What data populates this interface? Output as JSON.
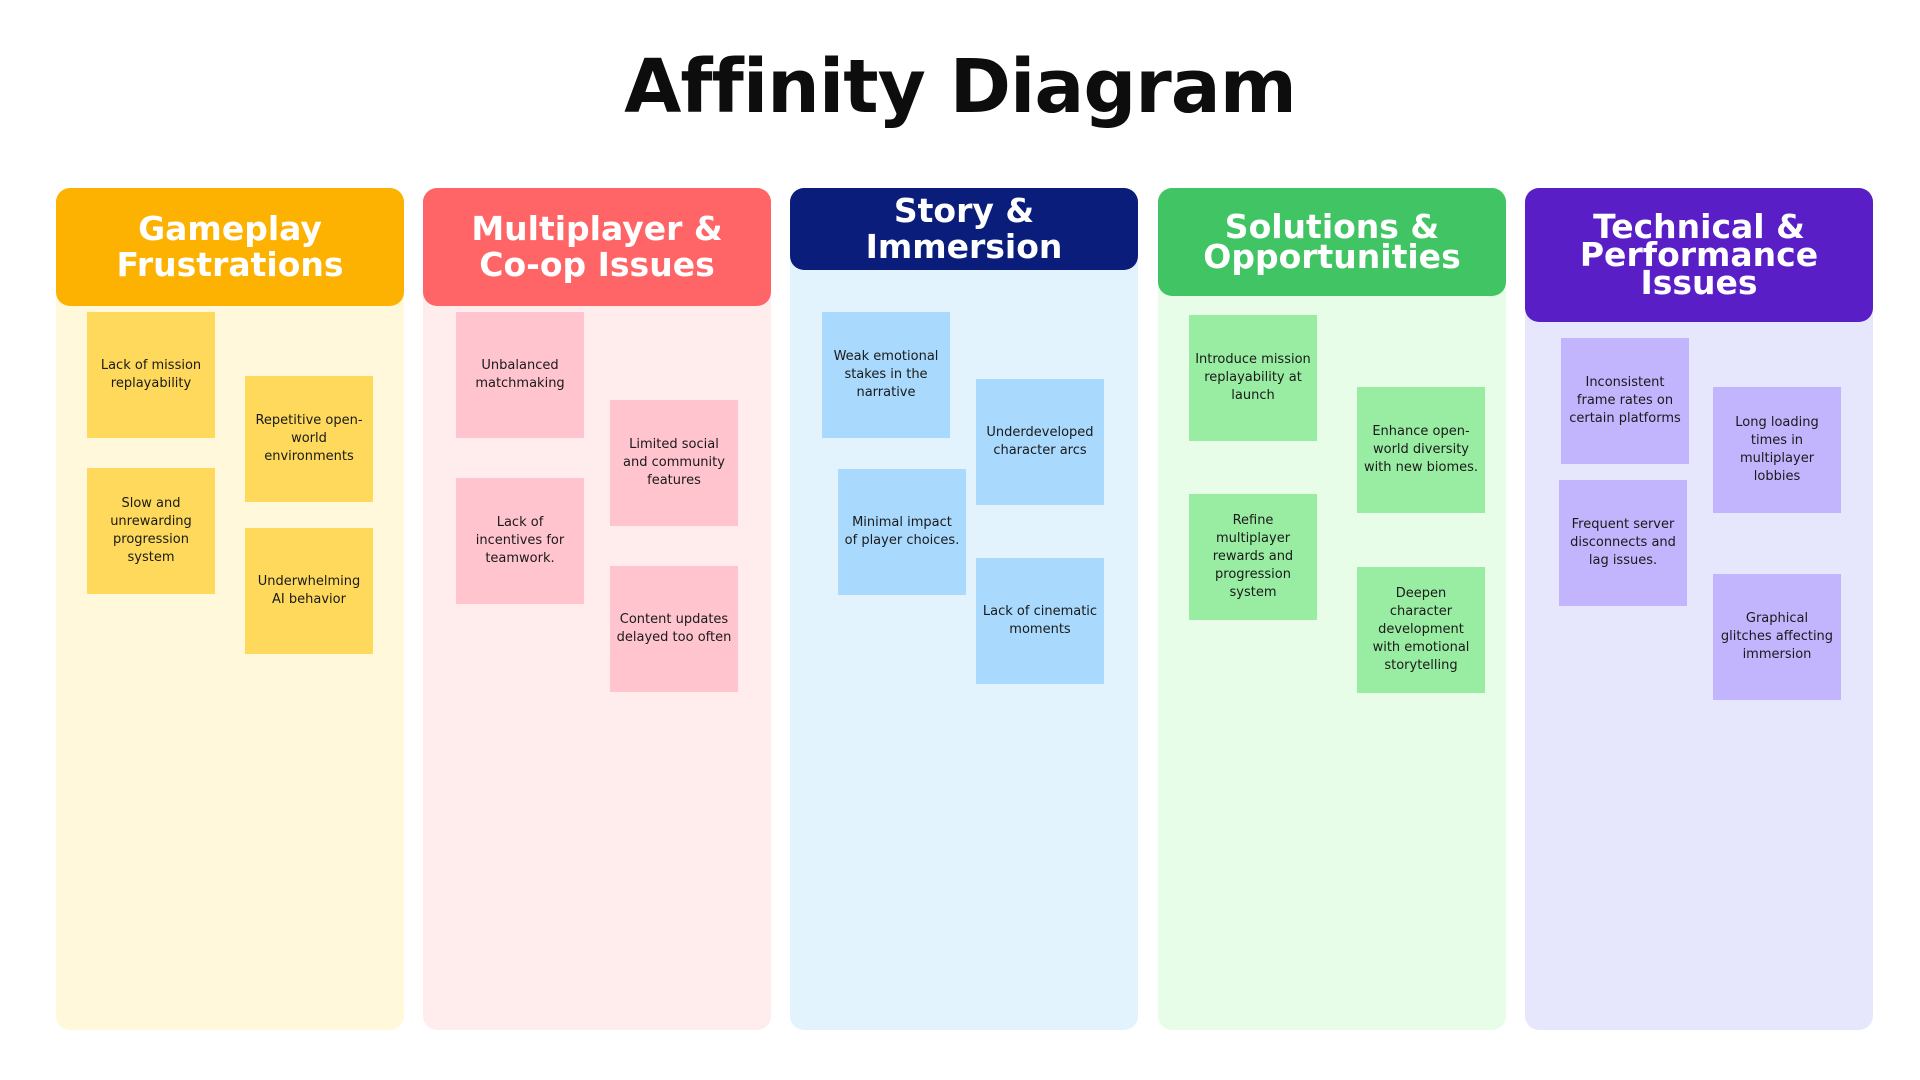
{
  "title": "Affinity Diagram",
  "colors": {
    "gameplay": {
      "header": "#FDB100",
      "body": "#FFF8DB",
      "note": "#FFD95C"
    },
    "multiplayer": {
      "header": "#FF6466",
      "body": "#FFEDEE",
      "note": "#FFC4CE"
    },
    "story": {
      "header": "#0B1D7B",
      "body": "#E3F3FD",
      "note": "#A9D9FD"
    },
    "solutions": {
      "header": "#41C463",
      "body": "#E7FDE7",
      "note": "#99EDA2"
    },
    "technical": {
      "header": "#5A1EC7",
      "body": "#E6E7FD",
      "note": "#C2B5FD"
    }
  },
  "columns": [
    {
      "header": "Gameplay Frustrations",
      "notes": [
        "Lack of mission replayability",
        "Repetitive open-world environments",
        "Slow and unrewarding progression system",
        "Underwhelming AI behavior"
      ]
    },
    {
      "header": "Multiplayer & Co-op Issues",
      "notes": [
        "Unbalanced matchmaking",
        "Limited social and community features",
        "Lack of incentives for teamwork.",
        "Content updates delayed too often"
      ]
    },
    {
      "header": "Story & Immersion",
      "notes": [
        "Weak emotional stakes in the narrative",
        "Underdeveloped character arcs",
        "Minimal impact of player choices.",
        "Lack of cinematic moments"
      ]
    },
    {
      "header": "Solutions & Opportunities",
      "notes": [
        "Introduce mission replayability at launch",
        "Enhance open-world diversity with new biomes.",
        "Refine multiplayer rewards and progression system",
        "Deepen character development with emotional storytelling"
      ]
    },
    {
      "header": "Technical & Performance Issues",
      "notes": [
        "Inconsistent frame rates on certain platforms",
        "Long loading times in multiplayer lobbies",
        "Frequent server disconnects and lag issues.",
        "Graphical glitches affecting immersion"
      ]
    }
  ]
}
